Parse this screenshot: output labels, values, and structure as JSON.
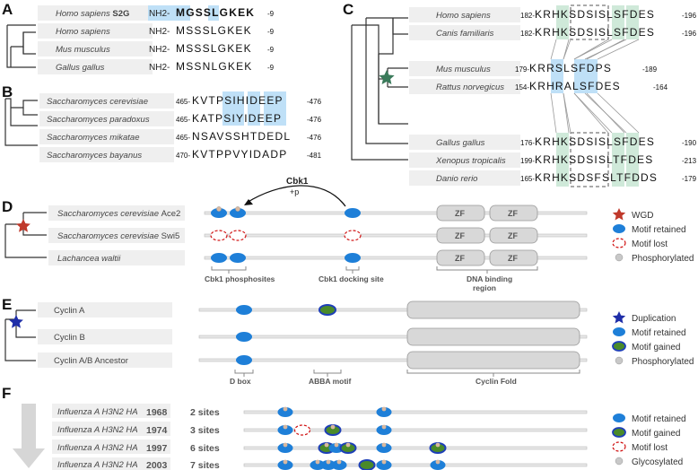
{
  "panelA": {
    "label": "A",
    "rows": [
      {
        "species": "Homo sapiens",
        "suffix": "S2G",
        "prefix": "NH2-",
        "seq": "MGSSLGKEK",
        "end": "-9"
      },
      {
        "species": "Homo sapiens",
        "suffix": "",
        "prefix": "NH2-",
        "seq": "MSSSLGKEK",
        "end": "-9"
      },
      {
        "species": "Mus musculus",
        "suffix": "",
        "prefix": "NH2-",
        "seq": "MSSSLGKEK",
        "end": "-9"
      },
      {
        "species": "Gallus gallus",
        "suffix": "",
        "prefix": "NH2-",
        "seq": "MSSNLGKEK",
        "end": "-9"
      }
    ]
  },
  "panelB": {
    "label": "B",
    "rows": [
      {
        "species": "Saccharomyces cerevisiae",
        "start": "465-",
        "seq": "KVTPSIHIDEEP",
        "end": "-476"
      },
      {
        "species": "Saccharomyces paradoxus",
        "start": "465-",
        "seq": "KATPSIYIDEEP",
        "end": "-476"
      },
      {
        "species": "Saccharomyces mikatae",
        "start": "465-",
        "seq": "NSAVSSHTDEDL",
        "end": "-476"
      },
      {
        "species": "Saccharomyces bayanus",
        "start": "470-",
        "seq": "KVTPPVYIDADP",
        "end": "-481"
      }
    ]
  },
  "panelC": {
    "label": "C",
    "rows": [
      {
        "species": "Homo sapiens",
        "start": "182-",
        "seq": "KRHKSDSISLSFDES",
        "end": "-196"
      },
      {
        "species": "Canis familiaris",
        "start": "182-",
        "seq": "KRHKSDSISLSFDES",
        "end": "-196"
      },
      {
        "species": "Mus musculus",
        "start": "179-",
        "seq": "KRRSLSFDPS",
        "end": "-189"
      },
      {
        "species": "Rattus norvegicus",
        "start": "154-",
        "seq": "KRHRALSFDES",
        "end": "-164"
      },
      {
        "species": "Gallus gallus",
        "start": "176-",
        "seq": "KRHKSDSISLSFDES",
        "end": "-190"
      },
      {
        "species": "Xenopus tropicalis",
        "start": "199-",
        "seq": "KRHKSDSISLTFDES",
        "end": "-213"
      },
      {
        "species": "Danio rerio",
        "start": "165-",
        "seq": "KRHKSDSFSLTFDDS",
        "end": "-179"
      }
    ]
  },
  "panelD": {
    "label": "D",
    "rows": [
      {
        "name": "Saccharomyces cerevisiae",
        "gene": "Ace2"
      },
      {
        "name": "Saccharomyces cerevisiae",
        "gene": "Swi5"
      },
      {
        "name": "Lachancea waltii",
        "gene": ""
      }
    ],
    "kinase": "Cbk1",
    "plus_p": "+p",
    "domain_label": "ZF",
    "captions": [
      "Cbk1 phosphosites",
      "Cbk1 docking site",
      "DNA binding",
      "region"
    ],
    "legend": [
      "WGD",
      "Motif retained",
      "Motif lost",
      "Phosphorylated"
    ]
  },
  "panelE": {
    "label": "E",
    "rows": [
      "Cyclin A",
      "Cyclin B",
      "Cyclin A/B Ancestor"
    ],
    "captions": [
      "D box",
      "ABBA motif",
      "Cyclin Fold"
    ],
    "legend": [
      "Duplication",
      "Motif retained",
      "Motif gained",
      "Phosphorylated"
    ]
  },
  "panelF": {
    "label": "F",
    "rows": [
      {
        "name": "Influenza A H3N2 HA",
        "year": "1968",
        "sites": "2 sites"
      },
      {
        "name": "Influenza A H3N2 HA",
        "year": "1974",
        "sites": "3 sites"
      },
      {
        "name": "Influenza A H3N2 HA",
        "year": "1997",
        "sites": "6 sites"
      },
      {
        "name": "Influenza A H3N2 HA",
        "year": "2003",
        "sites": "7 sites"
      }
    ],
    "legend": [
      "Motif retained",
      "Motif gained",
      "Motif lost",
      "Glycosylated"
    ]
  },
  "colors": {
    "motif_blue": "#1e7fd8",
    "gained_green": "#4a8a2a",
    "lost_red": "#d01010",
    "highlight_blue": "#bfe0f7",
    "highlight_green": "#cfe9d9",
    "domain_grey": "#d8d8d8",
    "wgd_star": "#c0392b",
    "dup_star": "#1f2ea8",
    "tree_star_green": "#3a7a5a"
  }
}
